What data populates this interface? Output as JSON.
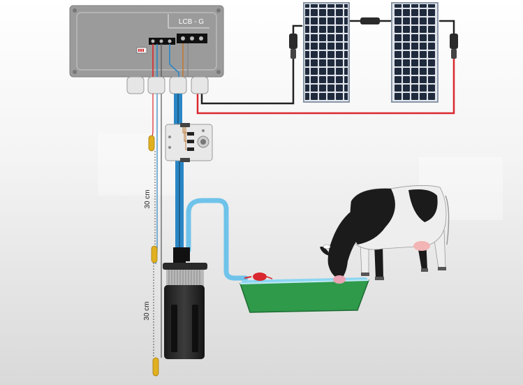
{
  "controller": {
    "label": "LCB - G"
  },
  "spacing": {
    "upper_label": "30 cm",
    "lower_label": "30 cm"
  },
  "colors": {
    "controller_box": "#9b9b9b",
    "solar_cell": "#1f2a3d",
    "pump_pipe": "#2a86c5",
    "hose": "#6fc3ea",
    "trough": "#2f9a4a",
    "positive_wire": "#d9282f",
    "negative_wire": "#222222",
    "float_switch": "#e0b020"
  }
}
